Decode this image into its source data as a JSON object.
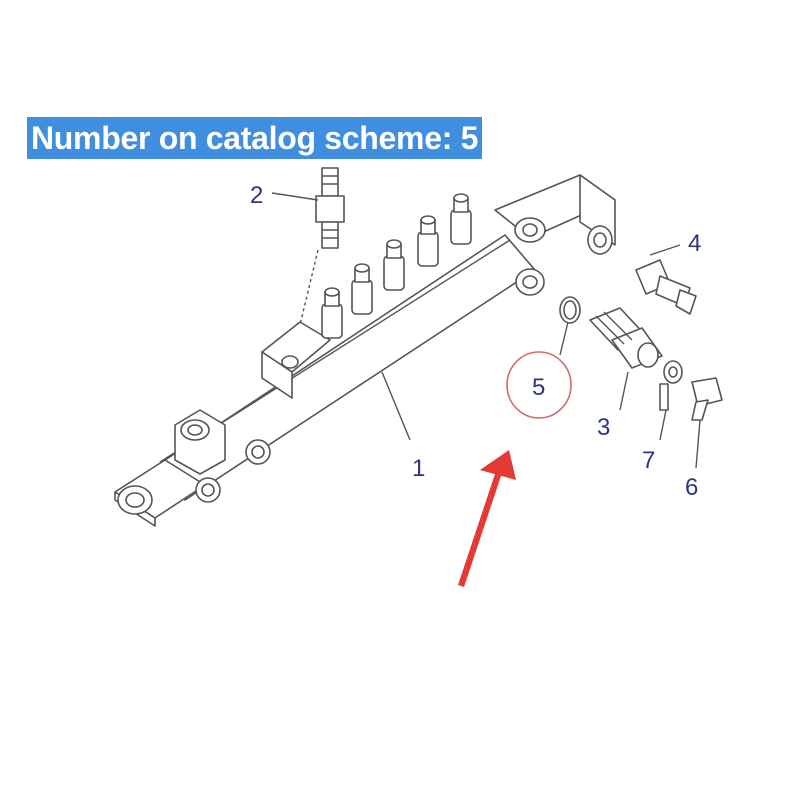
{
  "banner": {
    "text": "Number on catalog scheme: 5"
  },
  "callouts": [
    {
      "id": "part-1",
      "label": "1"
    },
    {
      "id": "part-2",
      "label": "2"
    },
    {
      "id": "part-3",
      "label": "3"
    },
    {
      "id": "part-4",
      "label": "4"
    },
    {
      "id": "part-5",
      "label": "5"
    },
    {
      "id": "part-6",
      "label": "6"
    },
    {
      "id": "part-7",
      "label": "7"
    }
  ],
  "highlight": {
    "part_label": "5",
    "circle_color": "#d46a6a",
    "arrow_color": "#e53935"
  },
  "colors": {
    "banner_bg": "#3f8ee0",
    "banner_text": "#ffffff",
    "callout_text": "#2f3485",
    "line_art": "#555555"
  }
}
